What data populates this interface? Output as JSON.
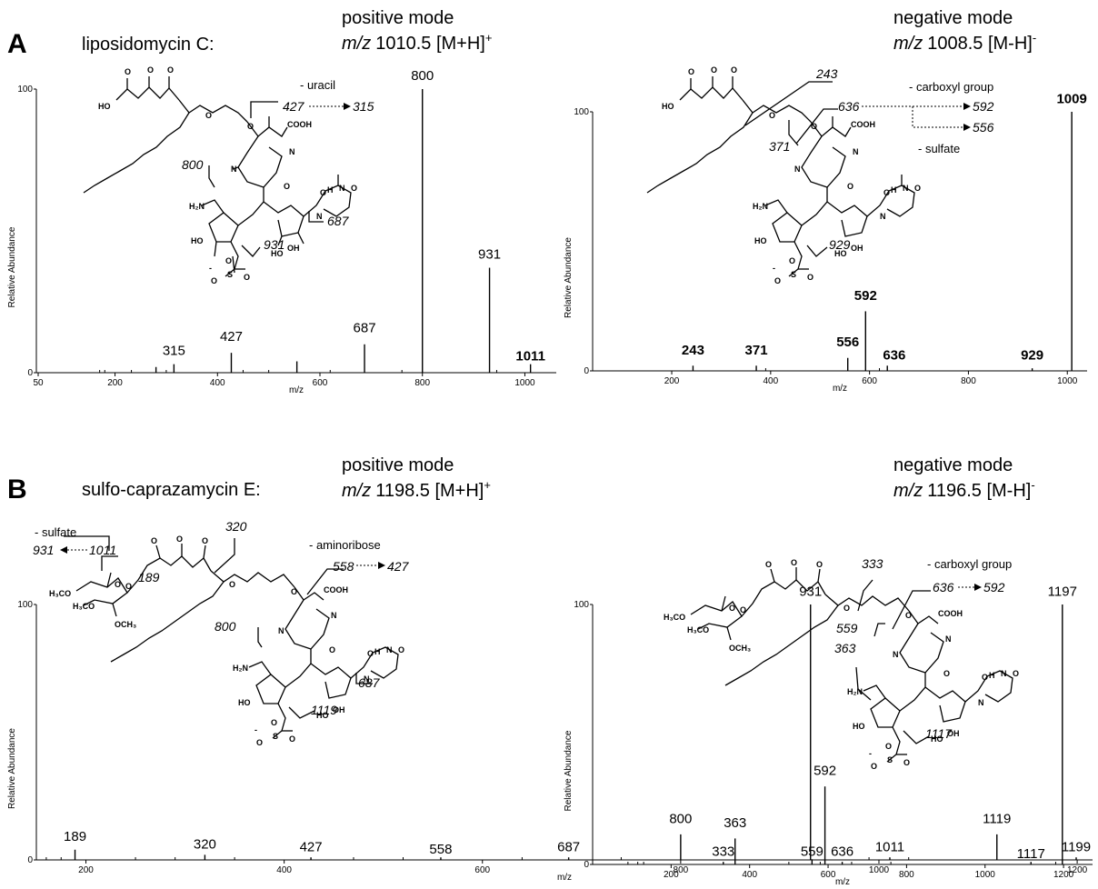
{
  "panels": [
    {
      "letter": "A",
      "compound": "liposidomycin C:"
    },
    {
      "letter": "B",
      "compound": "sulfo-caprazamycin E:"
    }
  ],
  "chart_data": [
    {
      "type": "bar",
      "id": "A_pos",
      "mode_label": "positive mode",
      "precursor": {
        "mz_label": "m/z",
        "rest": "1010.5 [M+H]",
        "sup": "+"
      },
      "xlabel": "m/z",
      "ylabel": "Relative Abundance",
      "xlim": [
        50,
        1040
      ],
      "ylim": [
        0,
        100
      ],
      "xticks": [
        50,
        200,
        400,
        600,
        800,
        1000
      ],
      "yticks": [
        0,
        100
      ],
      "peaks": [
        {
          "x": 280,
          "y": 2
        },
        {
          "x": 315,
          "y": 3
        },
        {
          "x": 427,
          "y": 7
        },
        {
          "x": 555,
          "y": 4
        },
        {
          "x": 687,
          "y": 10
        },
        {
          "x": 800,
          "y": 100
        },
        {
          "x": 931,
          "y": 37
        },
        {
          "x": 1011,
          "y": 3
        }
      ],
      "noise": [
        170,
        180,
        232,
        300,
        450,
        500,
        620,
        760,
        945
      ],
      "labels": [
        {
          "x": 315,
          "text": "315",
          "y": 5,
          "bold": false
        },
        {
          "x": 427,
          "text": "427",
          "y": 10,
          "bold": false
        },
        {
          "x": 687,
          "text": "687",
          "y": 13,
          "bold": false
        },
        {
          "x": 800,
          "text": "800",
          "y": 102,
          "bold": false
        },
        {
          "x": 931,
          "text": "931",
          "y": 39,
          "bold": false
        },
        {
          "x": 1011,
          "text": "1011",
          "y": 3,
          "bold": true
        }
      ],
      "fragments": [
        "427",
        "315",
        "800",
        "687",
        "931"
      ],
      "notes": [
        "- uracil"
      ]
    },
    {
      "type": "bar",
      "id": "A_neg",
      "mode_label": "negative mode",
      "precursor": {
        "mz_label": "m/z",
        "rest": "1008.5 [M-H]",
        "sup": "-"
      },
      "xlabel": "m/z",
      "ylabel": "Relative Abundance",
      "xlim": [
        40,
        1040
      ],
      "ylim": [
        0,
        100
      ],
      "xticks": [
        200,
        400,
        600,
        800,
        1000
      ],
      "yticks": [
        0,
        100
      ],
      "peaks": [
        {
          "x": 243,
          "y": 2
        },
        {
          "x": 371,
          "y": 2
        },
        {
          "x": 556,
          "y": 5
        },
        {
          "x": 592,
          "y": 23
        },
        {
          "x": 636,
          "y": 2
        },
        {
          "x": 929,
          "y": 1
        },
        {
          "x": 1009,
          "y": 100
        }
      ],
      "noise": [
        390,
        620
      ],
      "labels": [
        {
          "x": 243,
          "text": "243",
          "y": 5,
          "bold": true
        },
        {
          "x": 371,
          "text": "371",
          "y": 5,
          "bold": true
        },
        {
          "x": 556,
          "text": "556",
          "y": 8,
          "bold": true
        },
        {
          "x": 592,
          "text": "592",
          "y": 26,
          "bold": true
        },
        {
          "x": 650,
          "text": "636",
          "y": 3,
          "bold": true
        },
        {
          "x": 929,
          "text": "929",
          "y": 3,
          "bold": true
        },
        {
          "x": 1009,
          "text": "1009",
          "y": 102,
          "bold": true
        }
      ],
      "fragments": [
        "243",
        "636",
        "592",
        "556",
        "371",
        "929"
      ],
      "notes": [
        "- carboxyl group",
        "- sulfate"
      ]
    },
    {
      "type": "bar",
      "id": "B_pos",
      "mode_label": "positive mode",
      "precursor": {
        "mz_label": "m/z",
        "rest": "1198.5 [M+H]",
        "sup": "+"
      },
      "xlabel": "m/z",
      "ylabel": "Relative Abundance",
      "xlim": [
        150,
        1210
      ],
      "ylim": [
        0,
        100
      ],
      "xticks": [
        200,
        400,
        600,
        800,
        1000,
        1200
      ],
      "yticks": [
        0,
        100
      ],
      "peaks": [
        {
          "x": 189,
          "y": 4
        },
        {
          "x": 320,
          "y": 2
        },
        {
          "x": 427,
          "y": 1
        },
        {
          "x": 558,
          "y": 1
        },
        {
          "x": 687,
          "y": 1
        },
        {
          "x": 800,
          "y": 10
        },
        {
          "x": 931,
          "y": 100
        },
        {
          "x": 1011,
          "y": 1
        },
        {
          "x": 1119,
          "y": 10
        },
        {
          "x": 1199,
          "y": 1
        }
      ],
      "noise": [
        160,
        175,
        250,
        290,
        350,
        470,
        520,
        640,
        740,
        990,
        1030
      ],
      "labels": [
        {
          "x": 189,
          "text": "189",
          "y": 6,
          "bold": false
        },
        {
          "x": 320,
          "text": "320",
          "y": 3,
          "bold": false
        },
        {
          "x": 427,
          "text": "427",
          "y": 2,
          "bold": false
        },
        {
          "x": 558,
          "text": "558",
          "y": 1,
          "bold": false
        },
        {
          "x": 687,
          "text": "687",
          "y": 2,
          "bold": false
        },
        {
          "x": 800,
          "text": "800",
          "y": 13,
          "bold": false
        },
        {
          "x": 931,
          "text": "931",
          "y": 102,
          "bold": false
        },
        {
          "x": 1011,
          "text": "1011",
          "y": 2,
          "bold": false
        },
        {
          "x": 1119,
          "text": "1119",
          "y": 13,
          "bold": false
        },
        {
          "x": 1199,
          "text": "1199",
          "y": 2,
          "bold": false
        }
      ],
      "fragments": [
        "931",
        "1011",
        "320",
        "558",
        "427",
        "189",
        "800",
        "687",
        "1119"
      ],
      "notes": [
        "- sulfate",
        "- aminoribose"
      ]
    },
    {
      "type": "bar",
      "id": "B_neg",
      "mode_label": "negative mode",
      "precursor": {
        "mz_label": "m/z",
        "rest": "1196.5 [M-H]",
        "sup": "-"
      },
      "xlabel": "m/z",
      "ylabel": "Relative Abundance",
      "xlim": [
        0,
        1260
      ],
      "ylim": [
        0,
        100
      ],
      "xticks": [
        200,
        400,
        600,
        800,
        1000,
        1200
      ],
      "yticks": [
        0,
        100
      ],
      "peaks": [
        {
          "x": 333,
          "y": 1
        },
        {
          "x": 363,
          "y": 10
        },
        {
          "x": 559,
          "y": 2
        },
        {
          "x": 592,
          "y": 30
        },
        {
          "x": 636,
          "y": 1
        },
        {
          "x": 1117,
          "y": 1
        },
        {
          "x": 1197,
          "y": 100
        }
      ],
      "noise": [
        90,
        115,
        130,
        500,
        580,
        660,
        760,
        1180
      ],
      "labels": [
        {
          "x": 333,
          "text": "333",
          "y": 2,
          "bold": false
        },
        {
          "x": 363,
          "text": "363",
          "y": 13,
          "bold": false
        },
        {
          "x": 559,
          "text": "559",
          "y": 2,
          "bold": false
        },
        {
          "x": 592,
          "text": "592",
          "y": 33,
          "bold": false
        },
        {
          "x": 636,
          "text": "636",
          "y": 2,
          "bold": false
        },
        {
          "x": 1117,
          "text": "1117",
          "y": 1,
          "bold": false
        },
        {
          "x": 1197,
          "text": "1197",
          "y": 102,
          "bold": false
        }
      ],
      "fragments": [
        "333",
        "636",
        "592",
        "559",
        "363",
        "1117"
      ],
      "notes": [
        "- carboxyl group"
      ]
    }
  ]
}
